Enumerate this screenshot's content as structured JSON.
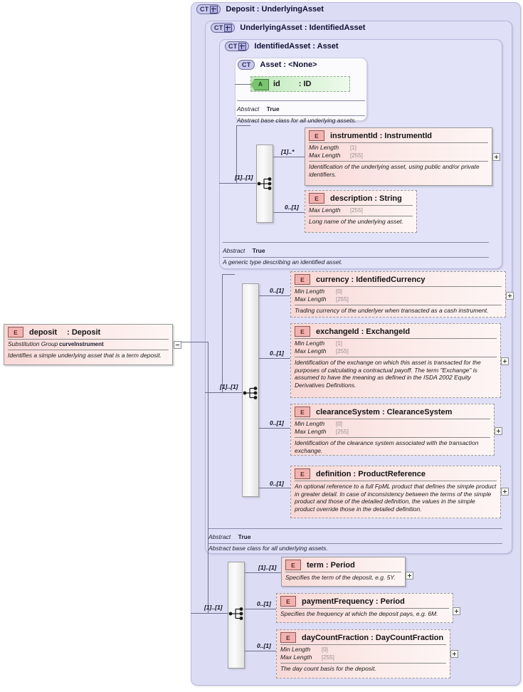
{
  "diagram": {
    "kind": "xsd-schema-diagram",
    "root_element": {
      "badge": "E",
      "name": "deposit",
      "type": ": Deposit",
      "facet_label": "Substitution Group",
      "facet_value": "curveInstrument",
      "annotation": "Identifies a simple underlying asset that is a term deposit."
    },
    "containers": [
      {
        "badge": "CT",
        "title": "Deposit  : UnderlyingAsset"
      },
      {
        "badge": "CT",
        "title": "UnderlyingAsset : IdentifiedAsset"
      },
      {
        "badge": "CT",
        "title": "IdentifiedAsset : Asset"
      },
      {
        "badge": "CT",
        "title": "Asset      : <None>"
      }
    ],
    "asset_box": {
      "attribute": {
        "badge": "A",
        "name": "id",
        "type": ": ID"
      },
      "abstract_label": "Abstract",
      "abstract_value": "True",
      "annotation": "Abstract base class for all underlying assets."
    },
    "identified_asset_box": {
      "abstract_label": "Abstract",
      "abstract_value": "True",
      "annotation": "A generic type describing an identified asset."
    },
    "underlying_asset_box": {
      "abstract_label": "Abstract",
      "abstract_value": "True",
      "annotation": "Abstract base class for all underlying assets."
    },
    "cardinality": {
      "seq_identified": "[1]..[1]",
      "instrumentId": "[1]..*",
      "description": "0..[1]",
      "seq_underlying": "[1]..[1]",
      "currency": "0..[1]",
      "exchangeId": "0..[1]",
      "clearanceSystem": "0..[1]",
      "definition": "0..[1]",
      "seq_deposit": "[1]..[1]",
      "term": "[1]..[1]",
      "paymentFrequency": "0..[1]",
      "dayCountFraction": "0..[1]"
    },
    "facet_names": {
      "min": "Min Length",
      "max": "Max Length"
    },
    "elements": [
      {
        "id": "instrumentId",
        "badge": "E",
        "name": "instrumentId : InstrumentId",
        "optional": false,
        "facets": [
          {
            "name": "Min Length",
            "value": "[1]"
          },
          {
            "name": "Max Length",
            "value": "[255]"
          }
        ],
        "annotation": "Identification of the underlying asset, using public and/or private identifiers."
      },
      {
        "id": "description",
        "badge": "E",
        "name": "description : String",
        "optional": true,
        "facets": [
          {
            "name": "Max Length",
            "value": "[255]"
          }
        ],
        "annotation": "Long name of the underlying asset."
      },
      {
        "id": "currency",
        "badge": "E",
        "name": "currency : IdentifiedCurrency",
        "optional": true,
        "facets": [
          {
            "name": "Min Length",
            "value": "[0]"
          },
          {
            "name": "Max Length",
            "value": "[255]"
          }
        ],
        "annotation": "Trading currency of the underlyer when transacted as a cash instrument."
      },
      {
        "id": "exchangeId",
        "badge": "E",
        "name": "exchangeId : ExchangeId",
        "optional": true,
        "facets": [
          {
            "name": "Min Length",
            "value": "[1]"
          },
          {
            "name": "Max Length",
            "value": "[255]"
          }
        ],
        "annotation": "Identification of the exchange on which this asset is transacted for the purposes of calculating a contractual payoff. The term \"Exchange\" is assumed to have the meaning as defined in the ISDA 2002 Equity Derivatives Definitions."
      },
      {
        "id": "clearanceSystem",
        "badge": "E",
        "name": "clearanceSystem : ClearanceSystem",
        "optional": true,
        "facets": [
          {
            "name": "Min Length",
            "value": "[0]"
          },
          {
            "name": "Max Length",
            "value": "[255]"
          }
        ],
        "annotation": "Identification of the clearance system associated with the transaction exchange."
      },
      {
        "id": "definition",
        "badge": "E",
        "name": "definition : ProductReference",
        "optional": true,
        "facets": [],
        "annotation": "An optional reference to a full FpML product that defines the simple product in greater detail. In case of inconsistency between the terms of the simple product and those of the detailed definition, the values in the simple product override those in the detailed definition."
      },
      {
        "id": "term",
        "badge": "E",
        "name": "term        : Period",
        "optional": false,
        "facets": [],
        "annotation": "Specifies the term of the deposit, e.g. 5Y."
      },
      {
        "id": "paymentFrequency",
        "badge": "E",
        "name": "paymentFrequency : Period",
        "optional": true,
        "facets": [],
        "annotation": "Specifies the frequency at which the deposit pays, e.g. 6M."
      },
      {
        "id": "dayCountFraction",
        "badge": "E",
        "name": "dayCountFraction : DayCountFraction",
        "optional": true,
        "facets": [
          {
            "name": "Min Length",
            "value": "[0]"
          },
          {
            "name": "Max Length",
            "value": "[255]"
          }
        ],
        "annotation": "The day count basis for the deposit."
      }
    ],
    "colors": {
      "container_fill": "#dcdcf5",
      "element_fill": "#f8d8d6",
      "attribute_fill": "#bde8b8",
      "badge_e": "#f2b3b0",
      "badge_ct": "#c9c9ec",
      "line": "#6f6f8c"
    }
  }
}
